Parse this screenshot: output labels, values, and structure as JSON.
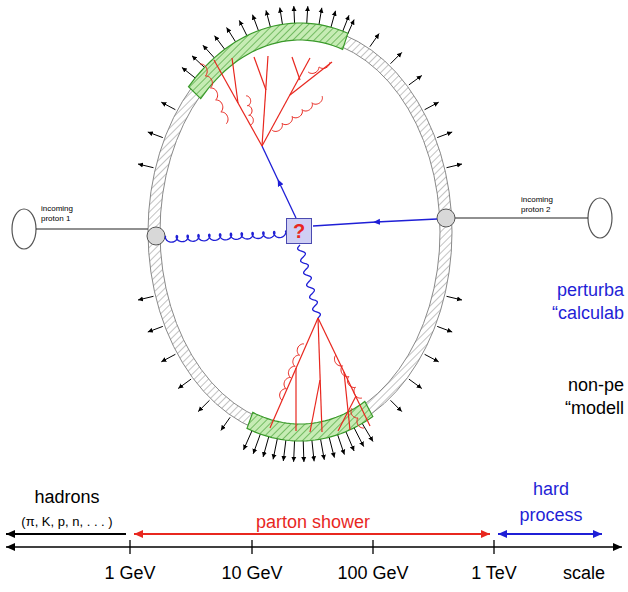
{
  "diagram": {
    "nodes": [
      {
        "text": [
          "?"
        ]
      }
    ],
    "labels": [
      "incoming proton 1",
      "incoming proton 2",
      "perturba",
      "“calculab",
      "non-pe",
      "“modell",
      "hadrons",
      "(π, K, p, n, . . . )",
      "parton shower",
      "hard process",
      "1 GeV",
      "10 GeV",
      "100 GeV",
      "1 TeV",
      "scale"
    ]
  }
}
